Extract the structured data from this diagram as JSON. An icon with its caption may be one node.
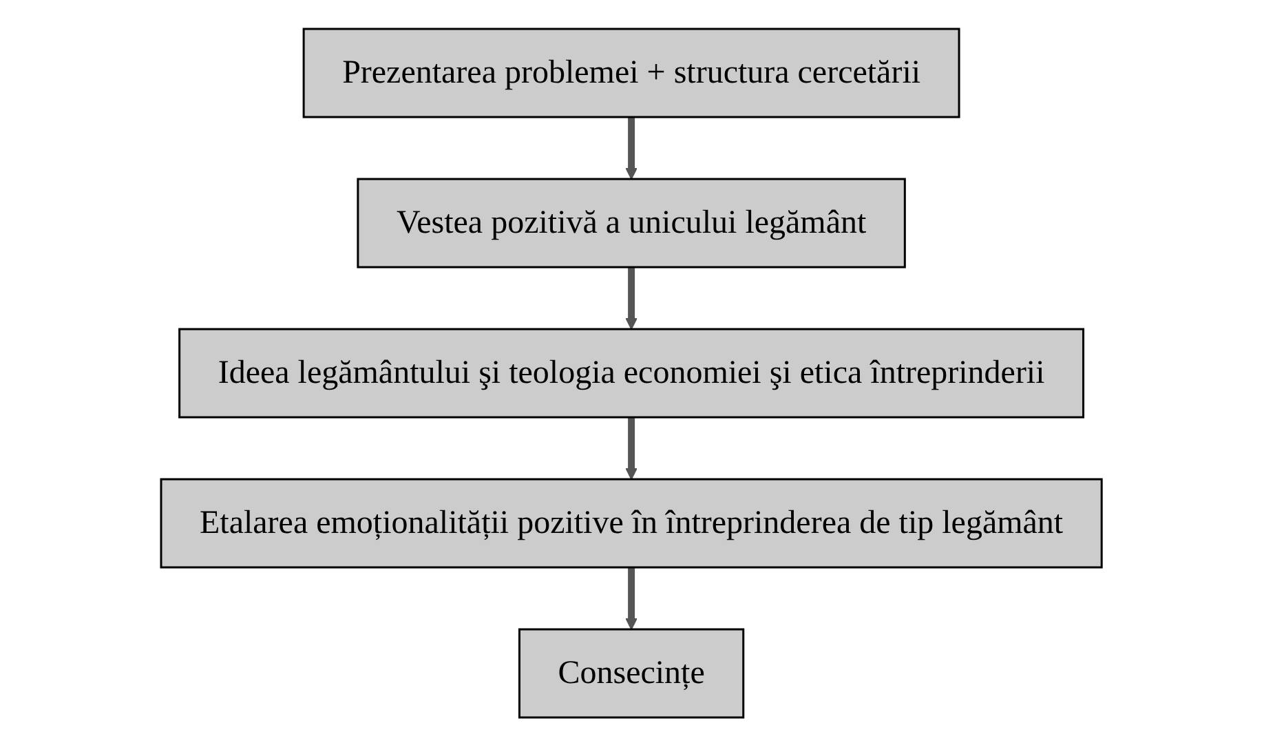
{
  "diagram": {
    "nodes": [
      {
        "text": [
          "Prezentarea problemei + structura cercetării"
        ]
      },
      {
        "text": [
          "Vestea pozitivă a unicului legământ"
        ]
      },
      {
        "text": [
          "Ideea legământului şi teologia economiei şi etica întreprinderii"
        ]
      },
      {
        "text": [
          "Etalarea emoționalității pozitive în întreprinderea de tip legământ"
        ]
      },
      {
        "text": [
          "Consecințe"
        ]
      }
    ],
    "edges": [
      {
        "from": 0,
        "to": 1,
        "arrow": "to"
      },
      {
        "from": 1,
        "to": 2,
        "arrow": "to"
      },
      {
        "from": 2,
        "to": 3,
        "arrow": "to"
      },
      {
        "from": 3,
        "to": 4,
        "arrow": "to"
      }
    ]
  }
}
